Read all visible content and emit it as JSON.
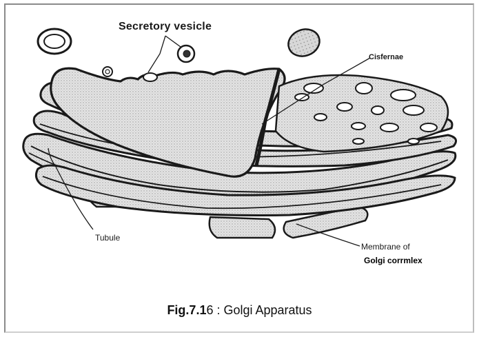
{
  "labels": {
    "secretory_vesicle": "Secretory vesicle",
    "cisternae": "Cisfernae",
    "tubule": "Tubule",
    "membrane": "Membrane of",
    "golgi_complex": "Golgi corrmlex"
  },
  "caption": {
    "fig_number": "Fig.7.1",
    "fig_suffix": "6",
    "title": " : Golgi Apparatus"
  },
  "colors": {
    "ink": "#1a1a1a",
    "stipple": "#c9c9c9",
    "frame": "#8a8a8a"
  }
}
